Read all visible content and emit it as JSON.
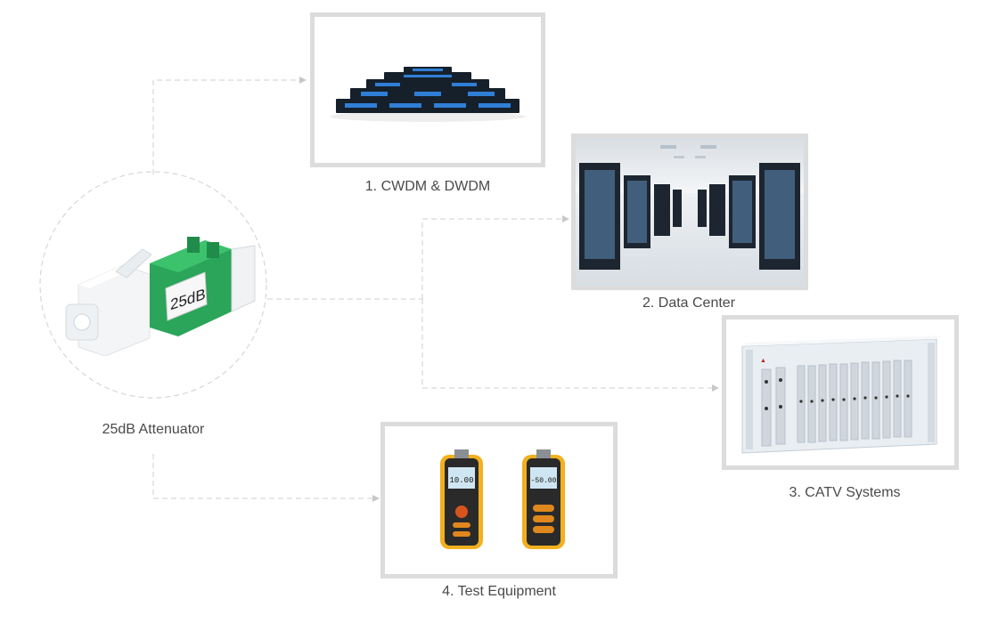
{
  "source": {
    "label": "25dB Attenuator",
    "device_text": "25dB"
  },
  "applications": [
    {
      "label": "1. CWDM & DWDM"
    },
    {
      "label": "2. Data Center"
    },
    {
      "label": "3. CATV Systems"
    },
    {
      "label": "4. Test Equipment"
    }
  ],
  "meters": {
    "left_reading": "10.00",
    "right_reading": "-50.00"
  },
  "colors": {
    "connector_line": "#cfcfcf",
    "frame_border": "#dcdcdc",
    "attenuator_green": "#2aa55a",
    "meter_yellow": "#f2b01e"
  }
}
